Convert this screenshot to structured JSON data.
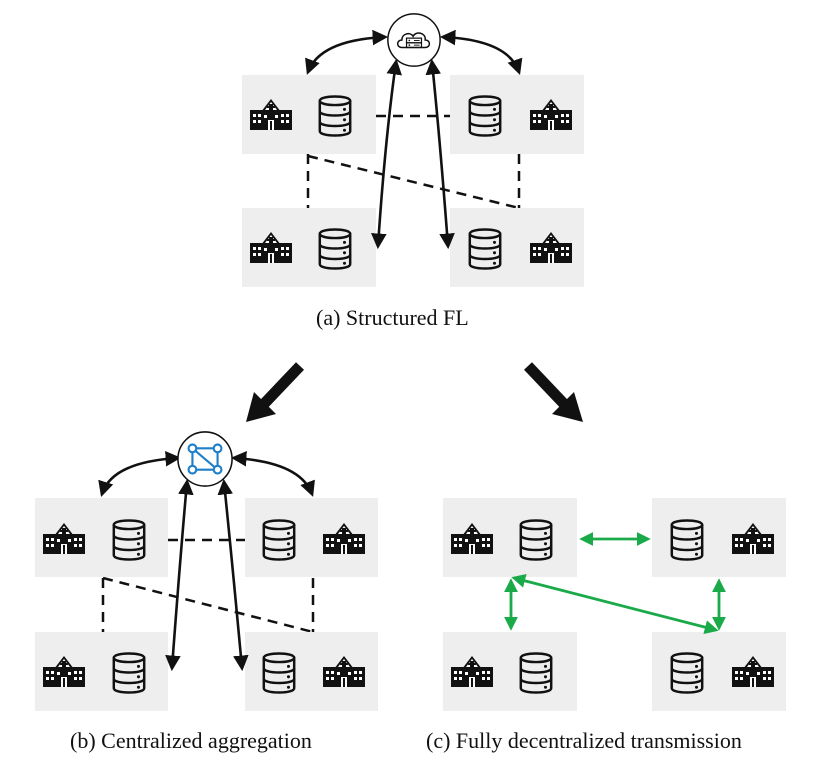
{
  "captions": {
    "a": "(a) Structured FL",
    "b": "(b) Centralized aggregation",
    "c": "(c) Fully decentralized transmission"
  },
  "colors": {
    "box": "#eeeeee",
    "line": "#111111",
    "green": "#1aaa4a",
    "hub_blue": "#1f7fc8"
  },
  "icons": {
    "hospital": "hospital-icon",
    "database": "database-icon",
    "cloud_server": "cloud-server-icon",
    "network_hub": "network-graph-icon"
  }
}
